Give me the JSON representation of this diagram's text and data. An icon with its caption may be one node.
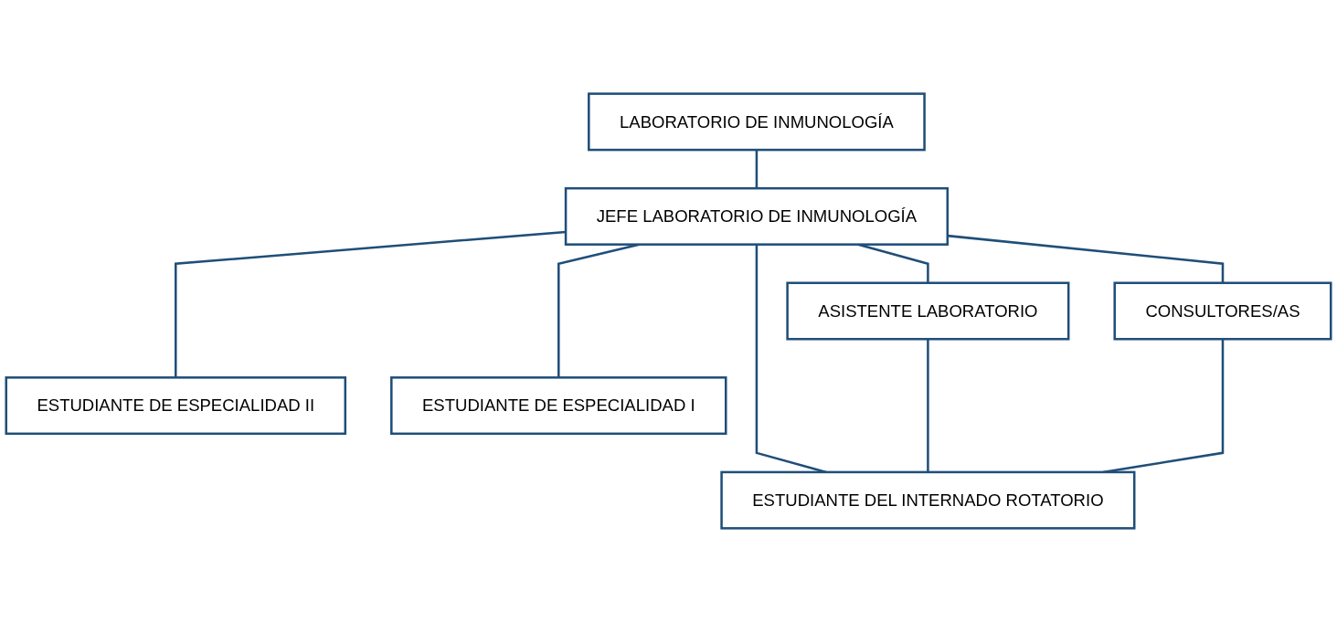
{
  "diagram": {
    "nodes": [
      {
        "text": [
          "LABORATORIO DE INMUNOLOGÍA"
        ]
      },
      {
        "text": [
          "JEFE LABORATORIO DE INMUNOLOGÍA"
        ]
      },
      {
        "text": [
          "ASISTENTE LABORATORIO"
        ]
      },
      {
        "text": [
          "CONSULTORES/AS"
        ]
      },
      {
        "text": [
          "ESTUDIANTE DE ESPECIALIDAD II"
        ]
      },
      {
        "text": [
          "ESTUDIANTE DE ESPECIALIDAD I"
        ]
      },
      {
        "text": [
          "ESTUDIANTE DEL INTERNADO ROTATORIO"
        ]
      }
    ],
    "edges": [
      {
        "from": 0,
        "to": 1,
        "arrow": "none"
      },
      {
        "from": 1,
        "to": 2,
        "arrow": "none"
      },
      {
        "from": 1,
        "to": 3,
        "arrow": "none"
      },
      {
        "from": 1,
        "to": 4,
        "arrow": "none"
      },
      {
        "from": 1,
        "to": 5,
        "arrow": "none"
      },
      {
        "from": 1,
        "to": 6,
        "arrow": "none"
      },
      {
        "from": 2,
        "to": 6,
        "arrow": "none"
      },
      {
        "from": 3,
        "to": 6,
        "arrow": "none"
      }
    ]
  }
}
